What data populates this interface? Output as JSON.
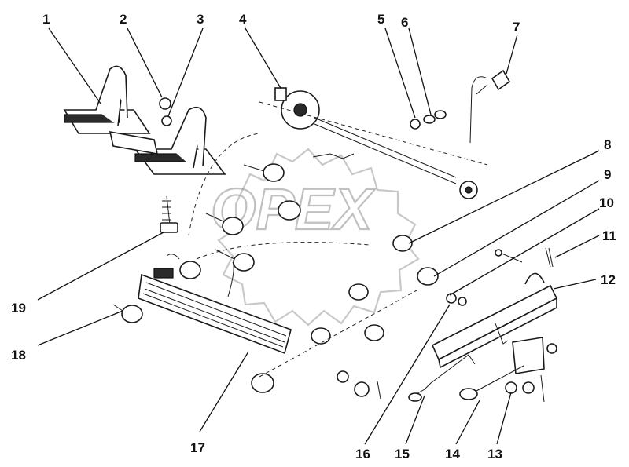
{
  "watermark": {
    "text": "OPEX"
  },
  "callouts": [
    {
      "id": 1,
      "label": "1"
    },
    {
      "id": 2,
      "label": "2"
    },
    {
      "id": 3,
      "label": "3"
    },
    {
      "id": 4,
      "label": "4"
    },
    {
      "id": 5,
      "label": "5"
    },
    {
      "id": 6,
      "label": "6"
    },
    {
      "id": 7,
      "label": "7"
    },
    {
      "id": 8,
      "label": "8"
    },
    {
      "id": 9,
      "label": "9"
    },
    {
      "id": 10,
      "label": "10"
    },
    {
      "id": 11,
      "label": "11"
    },
    {
      "id": 12,
      "label": "12"
    },
    {
      "id": 13,
      "label": "13"
    },
    {
      "id": 14,
      "label": "14"
    },
    {
      "id": 15,
      "label": "15"
    },
    {
      "id": 16,
      "label": "16"
    },
    {
      "id": 17,
      "label": "17"
    },
    {
      "id": 18,
      "label": "18"
    },
    {
      "id": 19,
      "label": "19"
    }
  ]
}
